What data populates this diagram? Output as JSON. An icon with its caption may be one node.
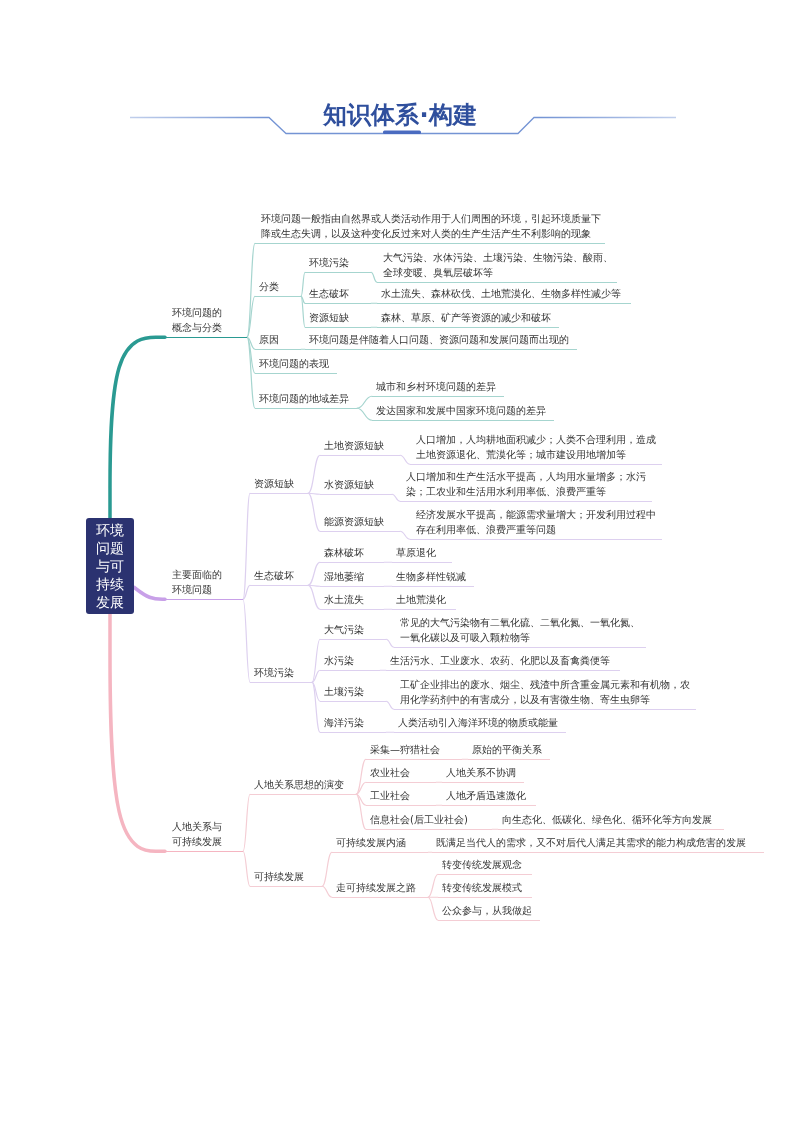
{
  "diagram": {
    "title": "知识体系·构建",
    "nodes": [
      {
        "text": [
          "环境问题与可持续发展"
        ]
      },
      {
        "text": [
          "环境问题的概念与分类"
        ]
      },
      {
        "text": [
          "环境问题一般指由自然界或人类活动作用于人们周围的环境，引起环境质量下降或生态失调，以及这种变化反过来对人类的生产生活产生不利影响的现象"
        ]
      },
      {
        "text": [
          "分类"
        ]
      },
      {
        "text": [
          "环境污染"
        ]
      },
      {
        "text": [
          "大气污染、水体污染、土壤污染、生物污染、酸雨、全球变暖、臭氧层破坏等"
        ]
      },
      {
        "text": [
          "生态破坏"
        ]
      },
      {
        "text": [
          "水土流失、森林砍伐、土地荒漠化、生物多样性减少等"
        ]
      },
      {
        "text": [
          "资源短缺"
        ]
      },
      {
        "text": [
          "森林、草原、矿产等资源的减少和破坏"
        ]
      },
      {
        "text": [
          "原因"
        ]
      },
      {
        "text": [
          "环境问题是伴随着人口问题、资源问题和发展问题而出现的"
        ]
      },
      {
        "text": [
          "环境问题的表现"
        ]
      },
      {
        "text": [
          "环境问题的地域差异"
        ]
      },
      {
        "text": [
          "城市和乡村环境问题的差异"
        ]
      },
      {
        "text": [
          "发达国家和发展中国家环境问题的差异"
        ]
      },
      {
        "text": [
          "主要面临的环境问题"
        ]
      },
      {
        "text": [
          "资源短缺"
        ]
      },
      {
        "text": [
          "土地资源短缺"
        ]
      },
      {
        "text": [
          "人口增加，人均耕地面积减少；人类不合理利用，造成土地资源退化、荒漠化等；城市建设用地增加等"
        ]
      },
      {
        "text": [
          "水资源短缺"
        ]
      },
      {
        "text": [
          "人口增加和生产生活水平提高，人均用水量增多；水污染；工农业和生活用水利用率低、浪费严重等"
        ]
      },
      {
        "text": [
          "能源资源短缺"
        ]
      },
      {
        "text": [
          "经济发展水平提高，能源需求量增大；开发利用过程中存在利用率低、浪费严重等问题"
        ]
      },
      {
        "text": [
          "生态破坏"
        ]
      },
      {
        "text": [
          "森林破坏"
        ]
      },
      {
        "text": [
          "草原退化"
        ]
      },
      {
        "text": [
          "湿地萎缩"
        ]
      },
      {
        "text": [
          "生物多样性锐减"
        ]
      },
      {
        "text": [
          "水土流失"
        ]
      },
      {
        "text": [
          "土地荒漠化"
        ]
      },
      {
        "text": [
          "环境污染"
        ]
      },
      {
        "text": [
          "大气污染"
        ]
      },
      {
        "text": [
          "常见的大气污染物有二氧化硫、二氧化氮、一氧化氮、一氧化碳以及可吸入颗粒物等"
        ]
      },
      {
        "text": [
          "水污染"
        ]
      },
      {
        "text": [
          "生活污水、工业废水、农药、化肥以及畜禽粪便等"
        ]
      },
      {
        "text": [
          "土壤污染"
        ]
      },
      {
        "text": [
          "工矿企业排出的废水、烟尘、残渣中所含重金属元素和有机物，农用化学药剂中的有害成分，以及有害微生物、寄生虫卵等"
        ]
      },
      {
        "text": [
          "海洋污染"
        ]
      },
      {
        "text": [
          "人类活动引入海洋环境的物质或能量"
        ]
      },
      {
        "text": [
          "人地关系与可持续发展"
        ]
      },
      {
        "text": [
          "人地关系思想的演变"
        ]
      },
      {
        "text": [
          "采集—狩猎社会"
        ]
      },
      {
        "text": [
          "原始的平衡关系"
        ]
      },
      {
        "text": [
          "农业社会"
        ]
      },
      {
        "text": [
          "人地关系不协调"
        ]
      },
      {
        "text": [
          "工业社会"
        ]
      },
      {
        "text": [
          "人地矛盾迅速激化"
        ]
      },
      {
        "text": [
          "信息社会(后工业社会)"
        ]
      },
      {
        "text": [
          "向生态化、低碳化、绿色化、循环化等方向发展"
        ]
      },
      {
        "text": [
          "可持续发展"
        ]
      },
      {
        "text": [
          "可持续发展内涵"
        ]
      },
      {
        "text": [
          "既满足当代人的需求，又不对后代人满足其需求的能力构成危害的发展"
        ]
      },
      {
        "text": [
          "走可持续发展之路"
        ]
      },
      {
        "text": [
          "转变传统发展观念"
        ]
      },
      {
        "text": [
          "转变传统发展模式"
        ]
      },
      {
        "text": [
          "公众参与，从我做起"
        ]
      }
    ],
    "edges": [
      {
        "from": 0,
        "to": 1,
        "arrow": "none",
        "style": "thick",
        "color": "#2a9a92"
      },
      {
        "from": 1,
        "to": 2,
        "arrow": "none",
        "color": "#a6d5cf"
      },
      {
        "from": 1,
        "to": 3,
        "arrow": "none",
        "color": "#a6d5cf"
      },
      {
        "from": 3,
        "to": 4,
        "arrow": "none",
        "color": "#a6d5cf"
      },
      {
        "from": 4,
        "to": 5,
        "arrow": "none",
        "color": "#a6d5cf"
      },
      {
        "from": 3,
        "to": 6,
        "arrow": "none",
        "color": "#a6d5cf"
      },
      {
        "from": 6,
        "to": 7,
        "arrow": "none",
        "color": "#a6d5cf"
      },
      {
        "from": 3,
        "to": 8,
        "arrow": "none",
        "color": "#a6d5cf"
      },
      {
        "from": 8,
        "to": 9,
        "arrow": "none",
        "color": "#a6d5cf"
      },
      {
        "from": 1,
        "to": 10,
        "arrow": "none",
        "color": "#a6d5cf"
      },
      {
        "from": 10,
        "to": 11,
        "arrow": "none",
        "color": "#a6d5cf"
      },
      {
        "from": 1,
        "to": 12,
        "arrow": "none",
        "color": "#a6d5cf"
      },
      {
        "from": 1,
        "to": 13,
        "arrow": "none",
        "color": "#a6d5cf"
      },
      {
        "from": 13,
        "to": 14,
        "arrow": "none",
        "color": "#a6d5cf"
      },
      {
        "from": 13,
        "to": 15,
        "arrow": "none",
        "color": "#a6d5cf"
      },
      {
        "from": 0,
        "to": 16,
        "arrow": "none",
        "style": "thick",
        "color": "#c8a0e8"
      },
      {
        "from": 16,
        "to": 17,
        "arrow": "none",
        "color": "#ddd0ef"
      },
      {
        "from": 17,
        "to": 18,
        "arrow": "none",
        "color": "#ddd0ef"
      },
      {
        "from": 18,
        "to": 19,
        "arrow": "none",
        "color": "#ddd0ef"
      },
      {
        "from": 17,
        "to": 20,
        "arrow": "none",
        "color": "#ddd0ef"
      },
      {
        "from": 20,
        "to": 21,
        "arrow": "none",
        "color": "#ddd0ef"
      },
      {
        "from": 17,
        "to": 22,
        "arrow": "none",
        "color": "#ddd0ef"
      },
      {
        "from": 22,
        "to": 23,
        "arrow": "none",
        "color": "#ddd0ef"
      },
      {
        "from": 16,
        "to": 24,
        "arrow": "none",
        "color": "#ddd0ef"
      },
      {
        "from": 24,
        "to": 25,
        "arrow": "none",
        "color": "#ddd0ef"
      },
      {
        "from": 25,
        "to": 26,
        "arrow": "none",
        "color": "#ddd0ef"
      },
      {
        "from": 24,
        "to": 27,
        "arrow": "none",
        "color": "#ddd0ef"
      },
      {
        "from": 27,
        "to": 28,
        "arrow": "none",
        "color": "#ddd0ef"
      },
      {
        "from": 24,
        "to": 29,
        "arrow": "none",
        "color": "#ddd0ef"
      },
      {
        "from": 29,
        "to": 30,
        "arrow": "none",
        "color": "#ddd0ef"
      },
      {
        "from": 16,
        "to": 31,
        "arrow": "none",
        "color": "#ddd0ef"
      },
      {
        "from": 31,
        "to": 32,
        "arrow": "none",
        "color": "#ddd0ef"
      },
      {
        "from": 32,
        "to": 33,
        "arrow": "none",
        "color": "#ddd0ef"
      },
      {
        "from": 31,
        "to": 34,
        "arrow": "none",
        "color": "#ddd0ef"
      },
      {
        "from": 34,
        "to": 35,
        "arrow": "none",
        "color": "#ddd0ef"
      },
      {
        "from": 31,
        "to": 36,
        "arrow": "none",
        "color": "#ddd0ef"
      },
      {
        "from": 36,
        "to": 37,
        "arrow": "none",
        "color": "#ddd0ef"
      },
      {
        "from": 31,
        "to": 38,
        "arrow": "none",
        "color": "#ddd0ef"
      },
      {
        "from": 38,
        "to": 39,
        "arrow": "none",
        "color": "#ddd0ef"
      },
      {
        "from": 0,
        "to": 40,
        "arrow": "none",
        "style": "thick",
        "color": "#f5b5c1"
      },
      {
        "from": 40,
        "to": 41,
        "arrow": "none",
        "color": "#f4cdd4"
      },
      {
        "from": 41,
        "to": 42,
        "arrow": "none",
        "color": "#f4cdd4"
      },
      {
        "from": 42,
        "to": 43,
        "arrow": "none",
        "color": "#f4cdd4"
      },
      {
        "from": 41,
        "to": 44,
        "arrow": "none",
        "color": "#f4cdd4"
      },
      {
        "from": 44,
        "to": 45,
        "arrow": "none",
        "color": "#f4cdd4"
      },
      {
        "from": 41,
        "to": 46,
        "arrow": "none",
        "color": "#f4cdd4"
      },
      {
        "from": 46,
        "to": 47,
        "arrow": "none",
        "color": "#f4cdd4"
      },
      {
        "from": 41,
        "to": 48,
        "arrow": "none",
        "color": "#f4cdd4"
      },
      {
        "from": 48,
        "to": 49,
        "arrow": "none",
        "color": "#f4cdd4"
      },
      {
        "from": 40,
        "to": 50,
        "arrow": "none",
        "color": "#f4cdd4"
      },
      {
        "from": 50,
        "to": 51,
        "arrow": "none",
        "color": "#f4cdd4"
      },
      {
        "from": 51,
        "to": 52,
        "arrow": "none",
        "color": "#f4cdd4"
      },
      {
        "from": 50,
        "to": 53,
        "arrow": "none",
        "color": "#f4cdd4"
      },
      {
        "from": 53,
        "to": 54,
        "arrow": "none",
        "color": "#f4cdd4"
      },
      {
        "from": 53,
        "to": 55,
        "arrow": "none",
        "color": "#f4cdd4"
      },
      {
        "from": 53,
        "to": 56,
        "arrow": "none",
        "color": "#f4cdd4"
      }
    ]
  }
}
